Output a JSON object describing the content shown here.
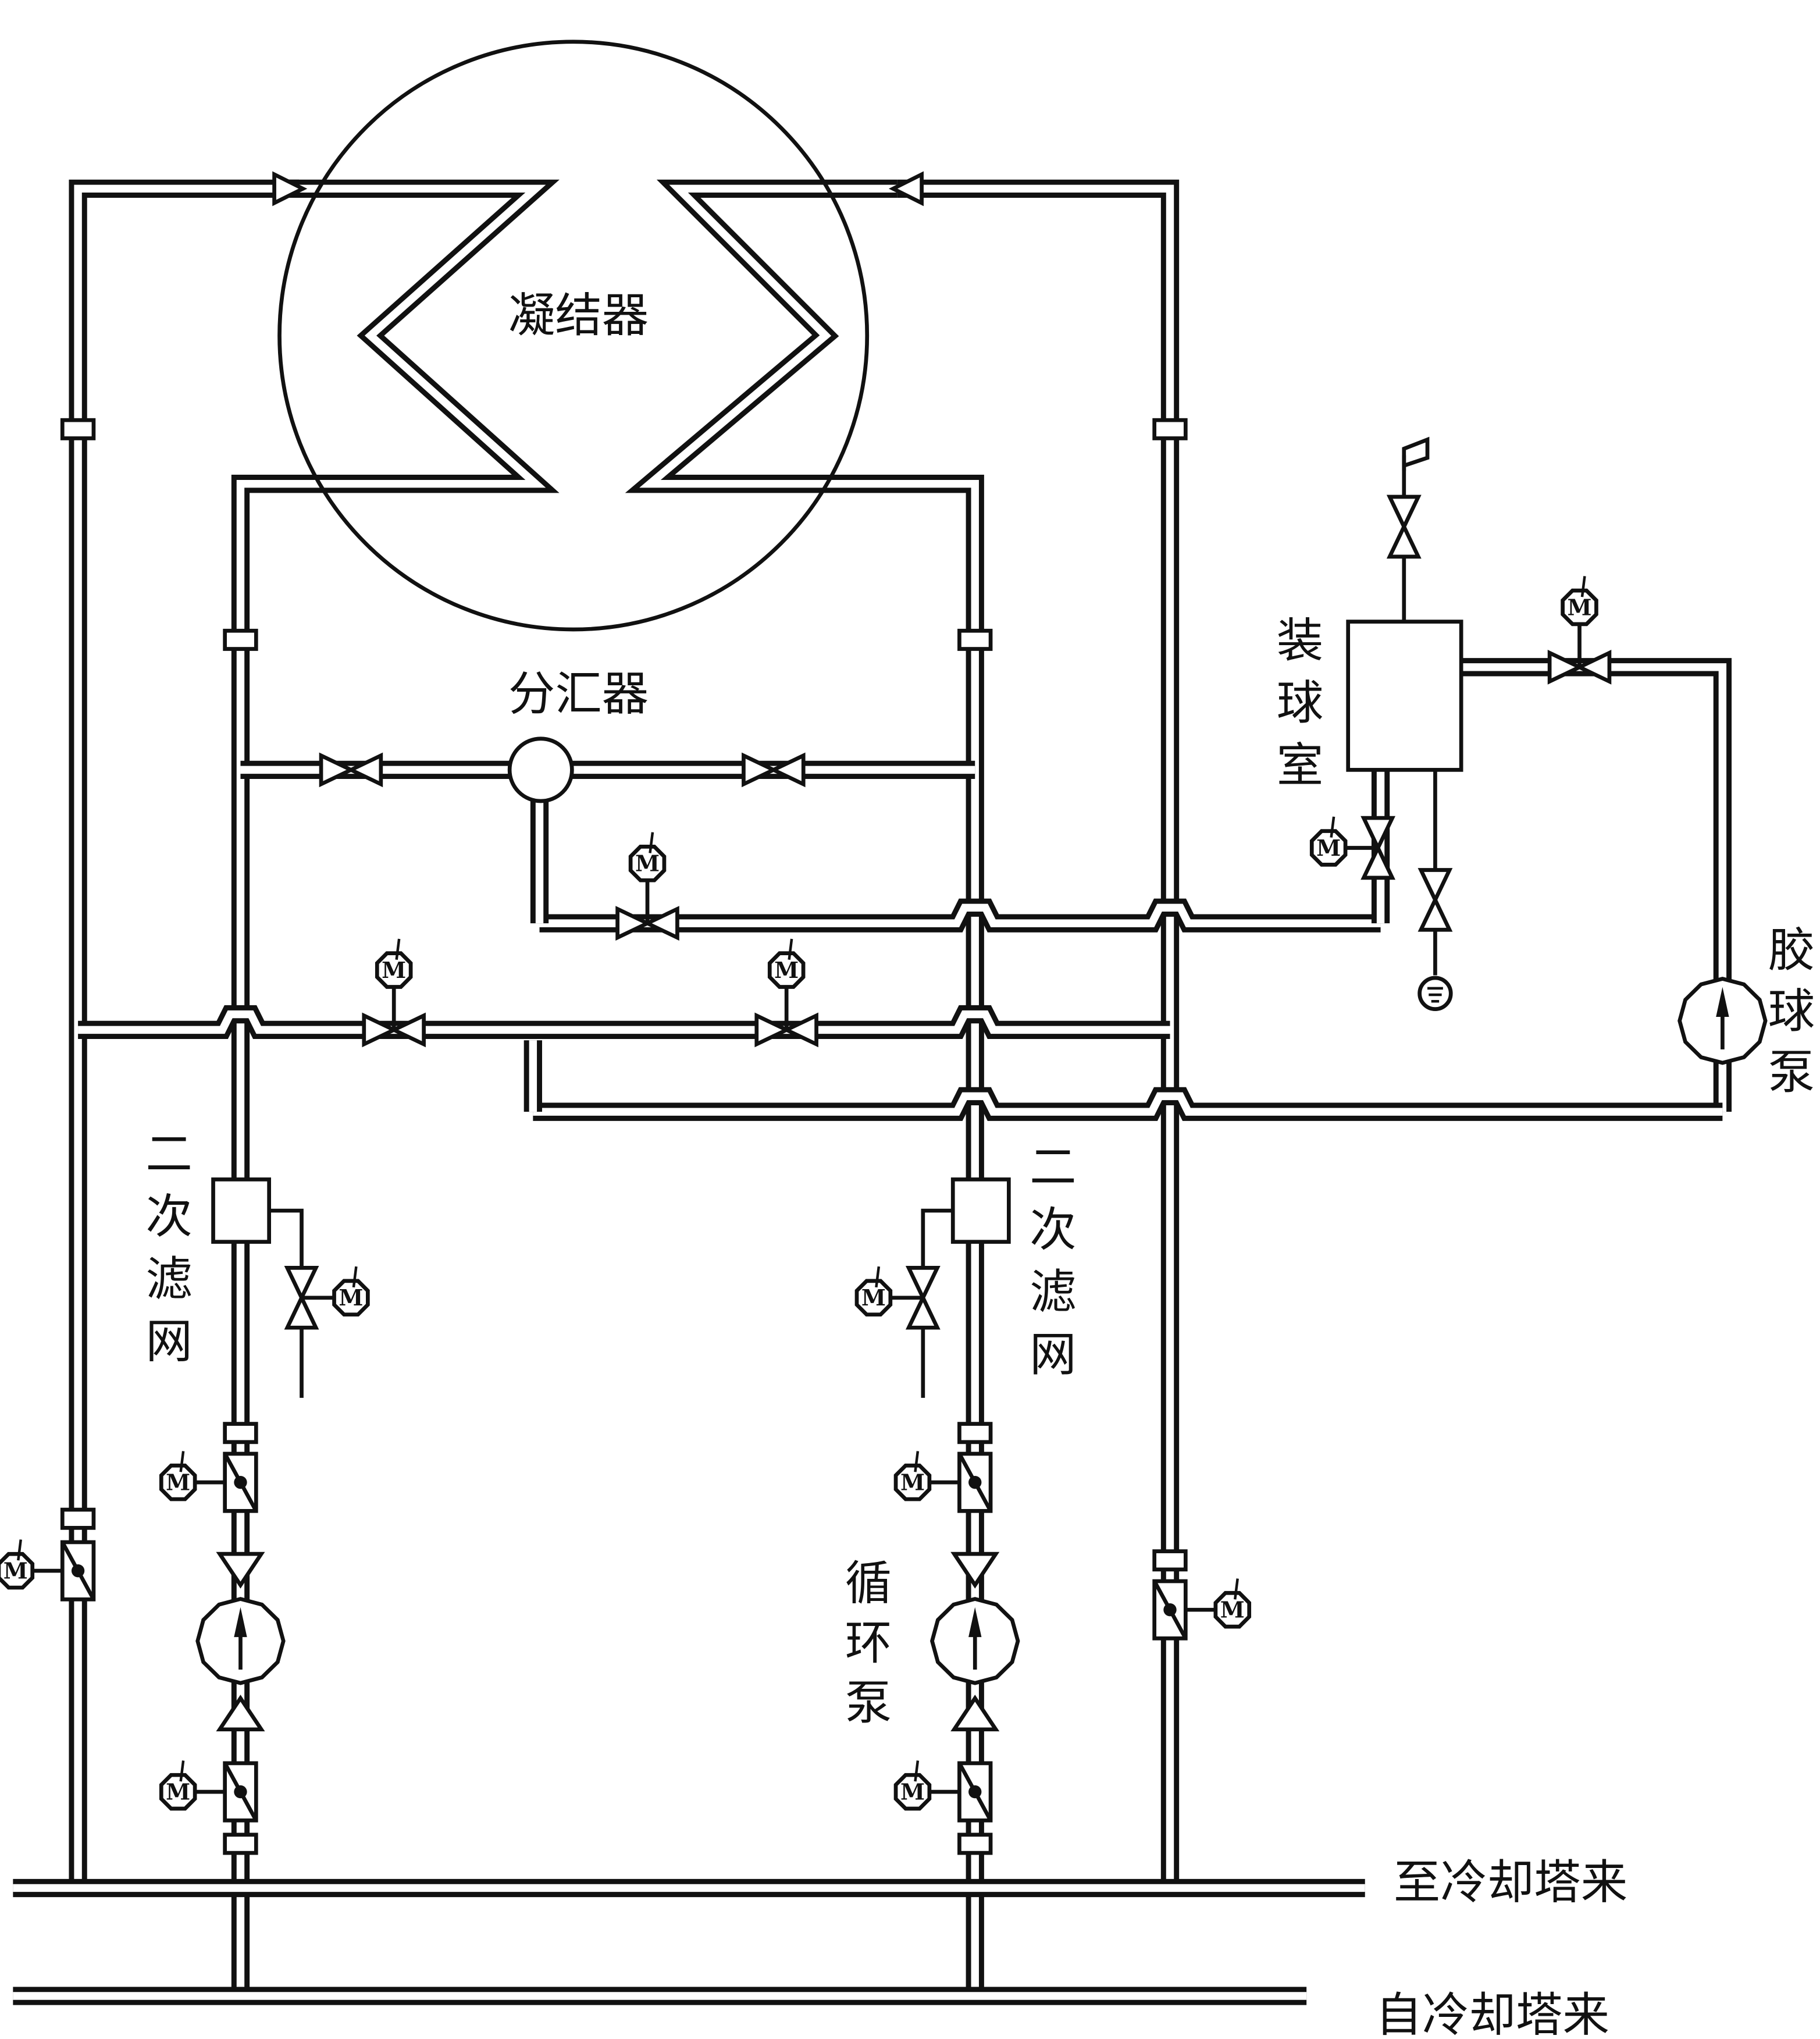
{
  "labels": {
    "condenser": "凝结器",
    "distributor": "分汇器",
    "ball_chamber": [
      "装",
      "球",
      "室"
    ],
    "ball_pump": [
      "胶",
      "球",
      "泵"
    ],
    "filter_left": [
      "二",
      "次",
      "滤",
      "网"
    ],
    "filter_right": [
      "二",
      "次",
      "滤",
      "网"
    ],
    "circ_pump": [
      "循",
      "环",
      "泵"
    ],
    "to_tower": "至冷却塔来",
    "from_tower": "自冷却塔来"
  },
  "motor_label": "M",
  "colors": {
    "line": "#111111",
    "background": "#ffffff"
  }
}
